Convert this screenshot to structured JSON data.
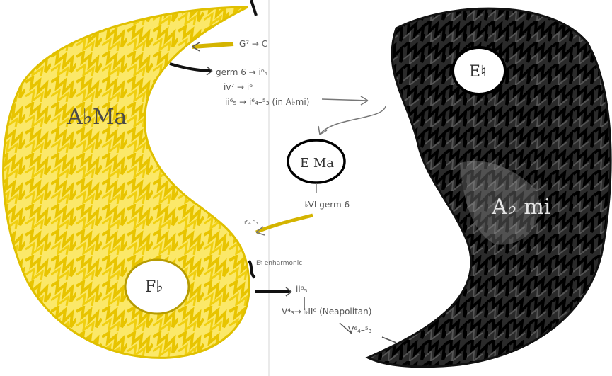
{
  "colors": {
    "yellow_fill": "#f2d21b",
    "yellow_outline": "#e0c000",
    "black_fill": "#1a1a1a",
    "pencil": "#6b6b6b",
    "paper": "#ffffff"
  },
  "left_shape": {
    "key_label": "A♭Ma",
    "inner_circle_label": "F♭"
  },
  "right_shape": {
    "key_label": "A♭ mi",
    "inner_circle_label": "E♮"
  },
  "center": {
    "circle_label": "E Ma",
    "note_top": "G⁷ → C",
    "note_germ": "germ 6 → i⁶₄",
    "note_iv7": "iv⁷ → i⁶",
    "note_ii": "ii⁶₅ → i⁶₄–⁵₃ (in A♭mi)",
    "note_bvi": "♭VI germ 6",
    "note_i64": "i⁶₄ ⁵₃",
    "note_enh": "E♮ enharmonic",
    "note_iiO": "ii⁶₅",
    "note_neap": "V⁴₃→ ♭II⁶ (Neapolitan)",
    "note_final": "V⁶₄–⁵₃"
  }
}
